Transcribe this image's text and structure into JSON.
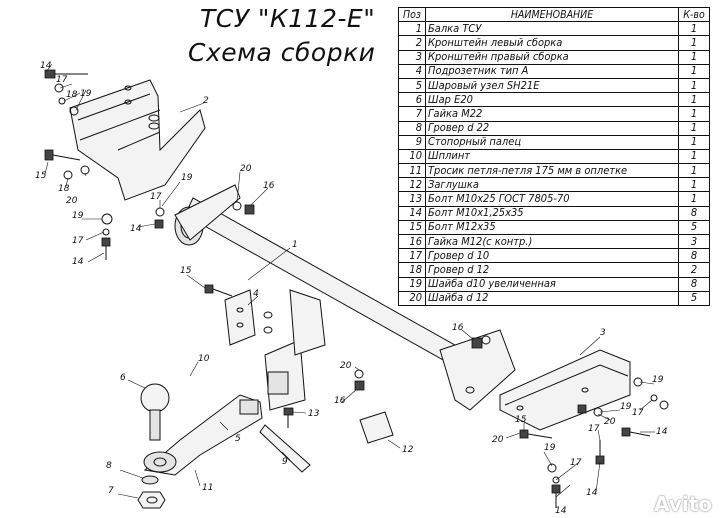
{
  "title": {
    "line1": "ТСУ \"К112-Е\"",
    "line2": "Схема сборки"
  },
  "table": {
    "headers": [
      "Поз",
      "НАИМЕНОВАНИЕ",
      "К-во"
    ],
    "rows": [
      [
        "1",
        "Балка ТСУ",
        "1"
      ],
      [
        "2",
        "Кронштейн левый сборка",
        "1"
      ],
      [
        "3",
        "Кронштейн правый сборка",
        "1"
      ],
      [
        "4",
        "Подрозетник тип А",
        "1"
      ],
      [
        "5",
        "Шаровый узел SH21E",
        "1"
      ],
      [
        "6",
        "Шар Е20",
        "1"
      ],
      [
        "7",
        "Гайка М22",
        "1"
      ],
      [
        "8",
        "Гровер d 22",
        "1"
      ],
      [
        "9",
        "Стопорный палец",
        "1"
      ],
      [
        "10",
        "Шплинт",
        "1"
      ],
      [
        "11",
        "Тросик петля-петля 175 мм в оплетке",
        "1"
      ],
      [
        "12",
        "Заглушка",
        "1"
      ],
      [
        "13",
        "Болт М10х25 ГОСТ 7805-70",
        "1"
      ],
      [
        "14",
        "Болт М10х1,25х35",
        "8"
      ],
      [
        "15",
        "Болт М12х35",
        "5"
      ],
      [
        "16",
        "Гайка М12(с контр.)",
        "3"
      ],
      [
        "17",
        "Гровер d 10",
        "8"
      ],
      [
        "18",
        "Гровер d 12",
        "2"
      ],
      [
        "19",
        "Шайба d10 увеличенная",
        "8"
      ],
      [
        "20",
        "Шайба d 12",
        "5"
      ]
    ]
  },
  "watermark": "Avito"
}
